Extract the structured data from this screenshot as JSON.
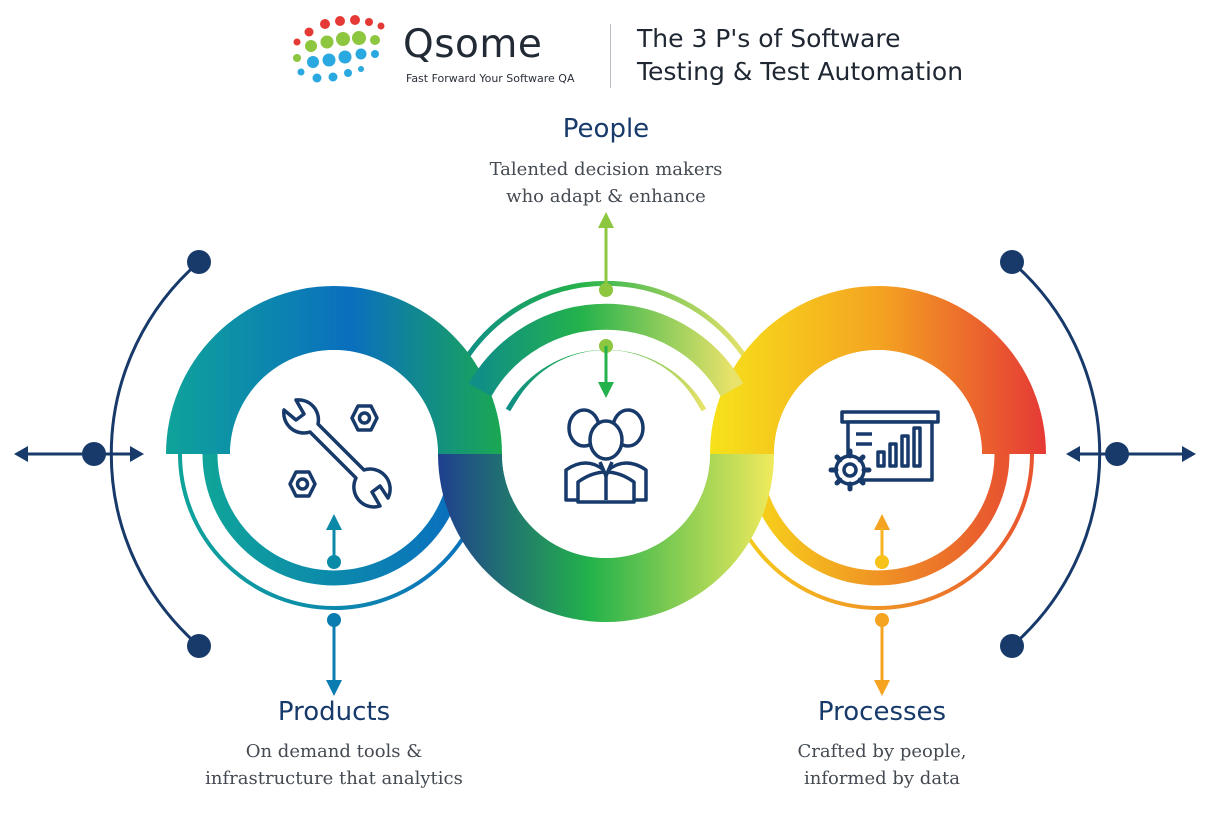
{
  "header": {
    "brand_name": "Qsome",
    "tagline": "Fast Forward Your Software QA",
    "title": "The 3 P's of Software\nTesting & Test Automation"
  },
  "pillars": {
    "people": {
      "title": "People",
      "description": "Talented decision makers\nwho adapt & enhance",
      "icon": "team-icon"
    },
    "products": {
      "title": "Products",
      "description": "On demand tools &\ninfrastructure that analytics",
      "icon": "wrench-nuts-icon"
    },
    "processes": {
      "title": "Processes",
      "description": "Crafted by people,\ninformed by data",
      "icon": "presentation-gear-icon"
    }
  },
  "colors": {
    "navy": "#173a6b",
    "teal": "#0f9e9a",
    "blue": "#0a6fbf",
    "green": "#23b24b",
    "yellow": "#f7d21a",
    "orange": "#f18b2e",
    "red": "#e53935"
  }
}
